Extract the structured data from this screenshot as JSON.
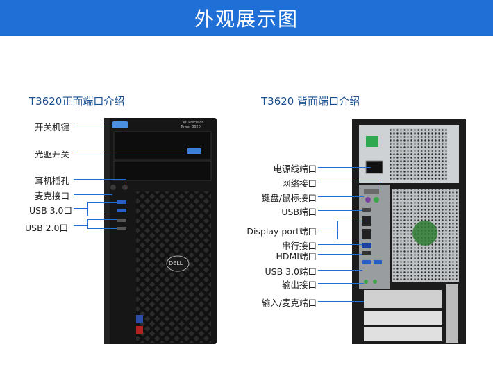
{
  "banner": {
    "title": "外观展示图"
  },
  "front": {
    "title": "T3620正面端口介绍",
    "brand_text": "Dell Precision",
    "model_text": "Tower 3620",
    "labels": {
      "power": "开关机键",
      "optical": "光驱开关",
      "headphone": "耳机插孔",
      "mic": "麦克接口",
      "usb3": "USB 3.0口",
      "usb2": "USB  2.0口"
    },
    "logo_text": "DELL"
  },
  "back": {
    "title": "T3620 背面端口介绍",
    "labels": {
      "power_cord": "电源线端口",
      "network": "网络接口",
      "kbd_mouse": "键盘/鼠标接口",
      "usb": "USB端口",
      "displayport": "Display port端口",
      "serial": "串行接口",
      "hdmi": "HDMI端口",
      "usb3": "USB 3.0端口",
      "output": "输出接口",
      "input_mic": "输入/麦克端口"
    }
  },
  "colors": {
    "banner": "#1f6fd6",
    "line": "#1f6fd6",
    "title": "#1a4f8f"
  }
}
